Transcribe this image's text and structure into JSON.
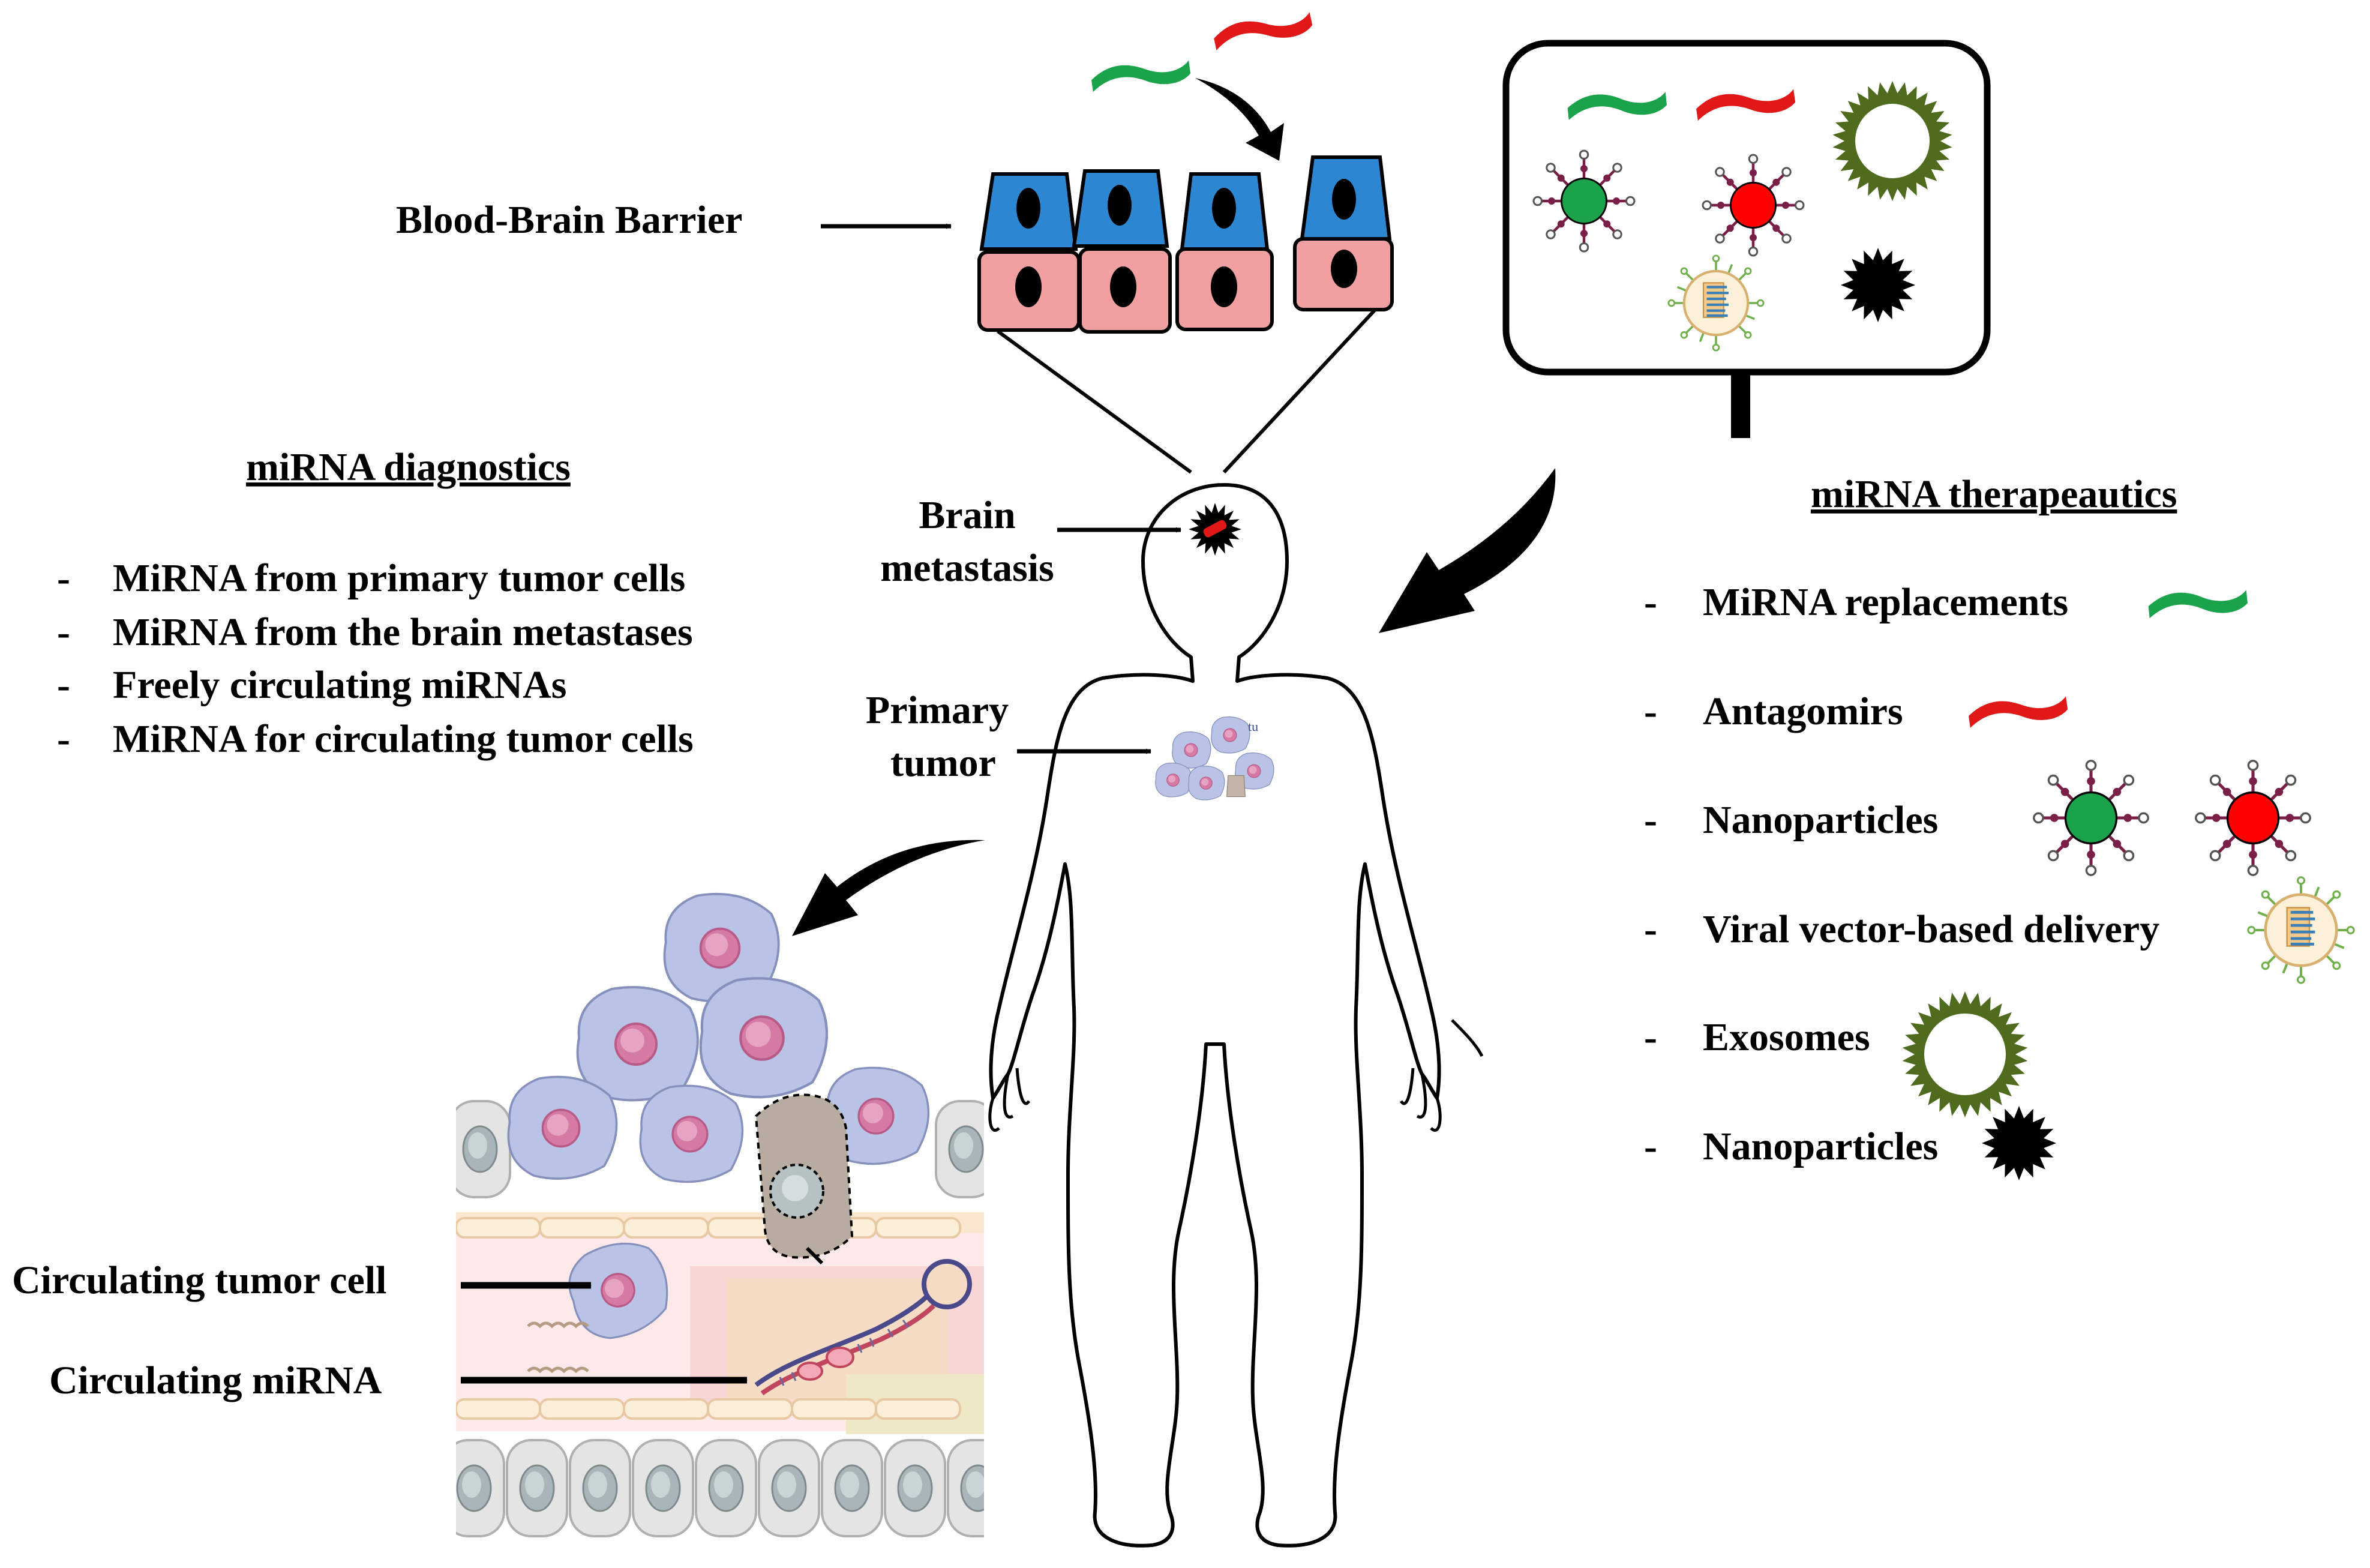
{
  "labels": {
    "bbb": "Blood-Brain Barrier",
    "brain_metastasis_line1": "Brain",
    "brain_metastasis_line2": "metastasis",
    "primary_tumor_line1": "Primary",
    "primary_tumor_line2": "tumor",
    "circulating_tumor_cell": "Circulating tumor cell",
    "circulating_mirna": "Circulating miRNA",
    "tumor_cell_tag": "tu"
  },
  "diagnostics": {
    "heading": "miRNA diagnostics",
    "bullet": "-",
    "items": [
      "MiRNA from primary tumor cells",
      "MiRNA from  the brain metastases",
      "Freely circulating miRNAs",
      "MiRNA for circulating tumor cells"
    ]
  },
  "therapeutics": {
    "heading": "miRNA therapeautics",
    "bullet": "-",
    "items": [
      "MiRNA replacements",
      "Antagomirs",
      "Nanoparticles",
      "Viral vector-based delivery",
      "Exosomes",
      "Nanoparticles"
    ]
  },
  "colors": {
    "mirna_green": "#1aa34a",
    "antagomir_red": "#e01818",
    "bbb_top_blue": "#2d86d1",
    "bbb_bottom_pink": "#f0a0a0",
    "exosome_green": "#4e6b1e",
    "tumor_cell_blue": "#b9c3e6",
    "nucleus_pink": "#d57aa4"
  },
  "icons": [
    "mirna-green-icon",
    "antagomir-red-icon",
    "nanoparticle-green-icon",
    "nanoparticle-red-icon",
    "viral-vector-icon",
    "exosome-icon",
    "black-nanoparticle-icon"
  ]
}
